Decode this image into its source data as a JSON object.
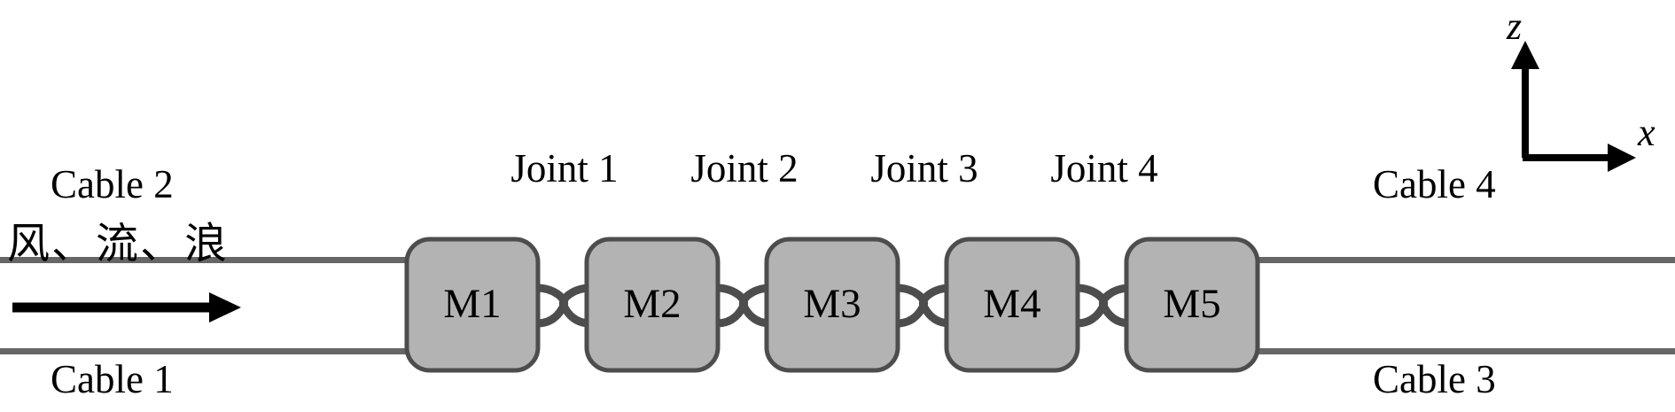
{
  "figure": {
    "type": "schematic-diagram",
    "background_color": "#ffffff",
    "line_color": "#666666",
    "module_fill": "#b3b3b3",
    "module_stroke": "#4d4d4d",
    "joint_color": "#4d4d4d",
    "text_color": "#000000"
  },
  "cables": [
    {
      "id": "cable1",
      "label": "Cable 1",
      "side": "left",
      "position": "bottom"
    },
    {
      "id": "cable2",
      "label": "Cable 2",
      "side": "left",
      "position": "top"
    },
    {
      "id": "cable3",
      "label": "Cable 3",
      "side": "right",
      "position": "bottom"
    },
    {
      "id": "cable4",
      "label": "Cable 4",
      "side": "right",
      "position": "top"
    }
  ],
  "environment": {
    "label": "风、流、浪",
    "arrow_direction": "right",
    "arrow_icon": "right-arrow-icon"
  },
  "modules": [
    {
      "id": "m1",
      "label": "M1"
    },
    {
      "id": "m2",
      "label": "M2"
    },
    {
      "id": "m3",
      "label": "M3"
    },
    {
      "id": "m4",
      "label": "M4"
    },
    {
      "id": "m5",
      "label": "M5"
    }
  ],
  "joints": [
    {
      "id": "joint1",
      "label": "Joint 1",
      "connects": [
        "m1",
        "m2"
      ]
    },
    {
      "id": "joint2",
      "label": "Joint 2",
      "connects": [
        "m2",
        "m3"
      ]
    },
    {
      "id": "joint3",
      "label": "Joint 3",
      "connects": [
        "m3",
        "m4"
      ]
    },
    {
      "id": "joint4",
      "label": "Joint 4",
      "connects": [
        "m4",
        "m5"
      ]
    }
  ],
  "axes": {
    "x_label": "x",
    "z_label": "z",
    "origin_corner": "bottom-left",
    "x_direction": "right",
    "z_direction": "up"
  }
}
